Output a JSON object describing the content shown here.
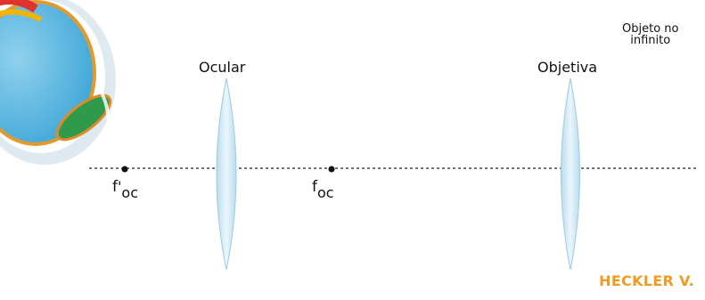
{
  "labels": {
    "ocular": "Ocular",
    "objetiva": "Objetiva",
    "object_line1": "Objeto no",
    "object_line2": "infinito",
    "f_prime_base": "f",
    "f_prime_mark": "'",
    "f_prime_sub": "oc",
    "f_base": "f",
    "f_sub": "oc"
  },
  "credit": "HECKLER V.",
  "colors": {
    "credit": "#f39a1e",
    "lens_fill": "#c9e6f3",
    "lens_edge": "#8fc3dc",
    "axis": "#222222",
    "eye_blue": "#56b6df",
    "eye_green": "#2f9a4b",
    "eye_red": "#e0332b",
    "eye_yellow": "#f4b400"
  },
  "icons": {
    "eye": "eye-icon",
    "lens": "convex-lens-icon",
    "focal_point": "focal-point-dot-icon"
  }
}
